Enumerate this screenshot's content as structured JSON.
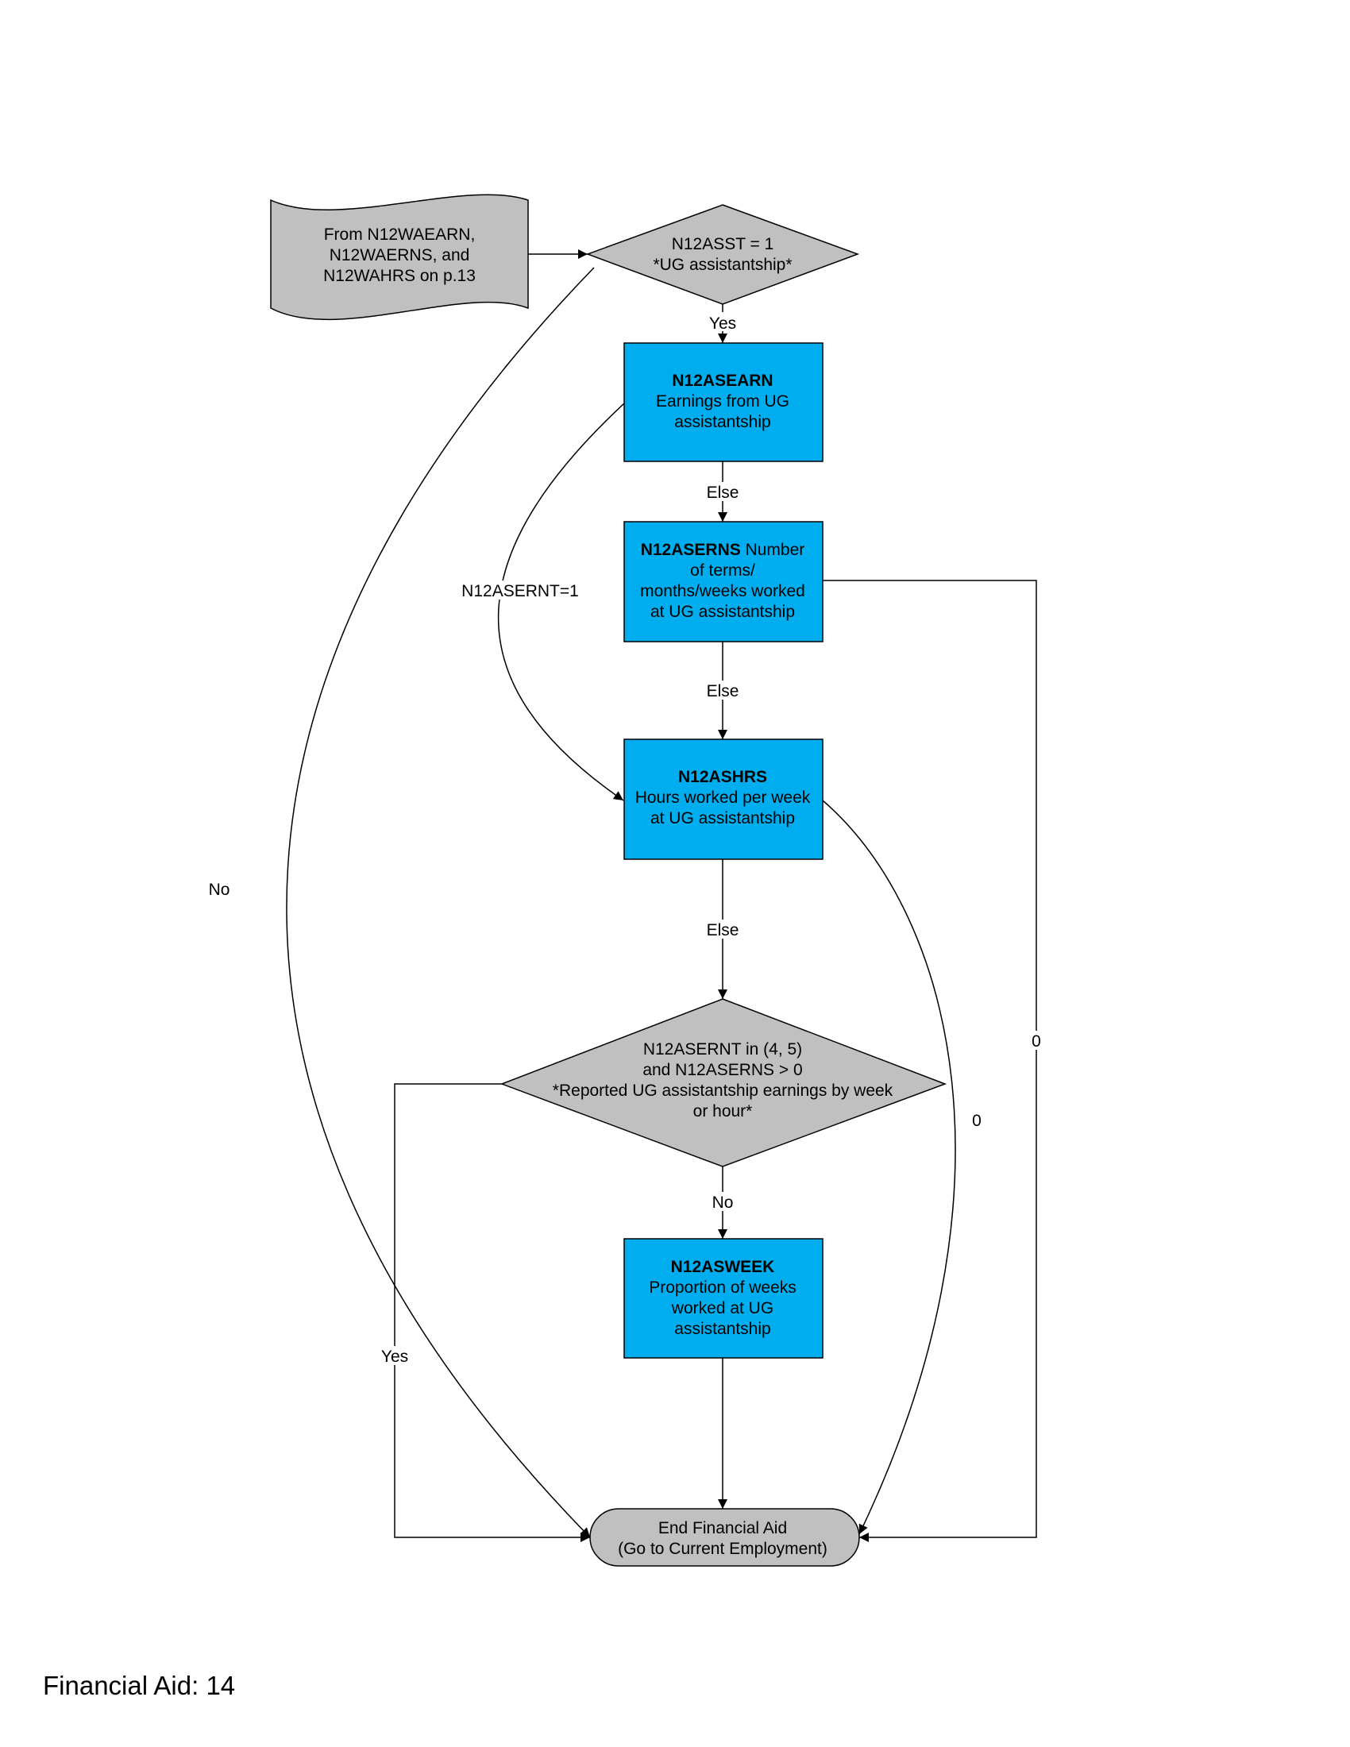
{
  "colors": {
    "process_fill": "#00aeef",
    "decision_fill": "#c0c0c0",
    "stroke": "#000000"
  },
  "nodes": {
    "start": {
      "lines": [
        "From N12WAEARN,",
        "N12WAERNS, and",
        "N12WAHRS on p.13"
      ]
    },
    "asst_decision": {
      "lines": [
        "N12ASST = 1",
        "*UG assistantship*"
      ]
    },
    "asearn": {
      "bold": "N12ASEARN",
      "lines": [
        "Earnings from UG",
        "assistantship"
      ]
    },
    "aserns": {
      "bold": "N12ASERNS",
      "first_line_rest": " Number",
      "lines": [
        "of terms/",
        "months/weeks worked",
        "at UG assistantship"
      ]
    },
    "ashrs": {
      "bold": "N12ASHRS",
      "lines": [
        "Hours worked per week",
        "at UG assistantship"
      ]
    },
    "asernt_decision": {
      "lines": [
        "N12ASERNT in (4, 5)",
        "and N12ASERNS > 0",
        "*Reported UG assistantship earnings by week",
        "or hour*"
      ]
    },
    "asweek": {
      "bold": "N12ASWEEK",
      "lines": [
        "Proportion of weeks",
        "worked at UG",
        "assistantship"
      ]
    },
    "end": {
      "lines": [
        "End Financial Aid",
        "(Go to Current Employment)"
      ]
    }
  },
  "edge_labels": {
    "yes_asst": "Yes",
    "else_1": "Else",
    "else_2": "Else",
    "else_3": "Else",
    "asernt_eq_1": "N12ASERNT=1",
    "no_asst": "No",
    "zero_hours": "0",
    "zero_terms": "0",
    "no_asernt": "No",
    "yes_asernt": "Yes"
  },
  "footer": "Financial Aid: 14"
}
